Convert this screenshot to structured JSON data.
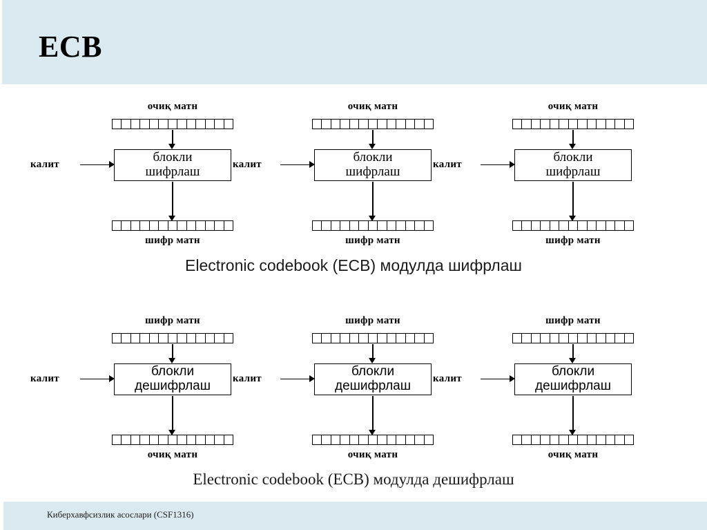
{
  "slide": {
    "title": "ECB",
    "footer": "Киберхавфсизлик асослари (CSF1316)",
    "header_color": "#dbeaf0",
    "footer_color": "#dbeaf0",
    "background_color": "#ffffff",
    "ink_color": "#000000"
  },
  "diagram": {
    "bit_cells_per_bar": 13,
    "rows": [
      {
        "id": "encryption",
        "caption": "Electronic codebook (ECB) модулда шифрлаш",
        "caption_font": "sans",
        "input_label": "очиқ матн",
        "output_label": "шифр матн",
        "key_label": "калит",
        "block_line1": "блокли",
        "block_line2": "шифрлаш",
        "block_font": "serif",
        "units": [
          {
            "input_label": "очиқ матн",
            "output_label": "шифр матн",
            "key_label": "калит",
            "block_line1": "блокли",
            "block_line2": "шифрлаш"
          },
          {
            "input_label": "очиқ матн",
            "output_label": "шифр матн",
            "key_label": "калит",
            "block_line1": "блокли",
            "block_line2": "шифрлаш"
          },
          {
            "input_label": "очиқ матн",
            "output_label": "шифр матн",
            "key_label": "калит",
            "block_line1": "блокли",
            "block_line2": "шифрлаш"
          }
        ]
      },
      {
        "id": "decryption",
        "caption": "Electronic codebook (ECB) модулда дешифрлаш",
        "caption_font": "serif",
        "input_label": "шифр матн",
        "output_label": "очиқ матн",
        "key_label": "калит",
        "block_line1": "блокли",
        "block_line2": "дешифрлаш",
        "block_font": "sans",
        "units": [
          {
            "input_label": "шифр матн",
            "output_label": "очиқ матн",
            "key_label": "калит",
            "block_line1": "блокли",
            "block_line2": "дешифрлаш"
          },
          {
            "input_label": "шифр матн",
            "output_label": "очиқ матн",
            "key_label": "калит",
            "block_line1": "блокли",
            "block_line2": "дешифрлаш"
          },
          {
            "input_label": "шифр матн",
            "output_label": "очиқ матн",
            "key_label": "калит",
            "block_line1": "блокли",
            "block_line2": "дешифрлаш"
          }
        ]
      }
    ]
  }
}
